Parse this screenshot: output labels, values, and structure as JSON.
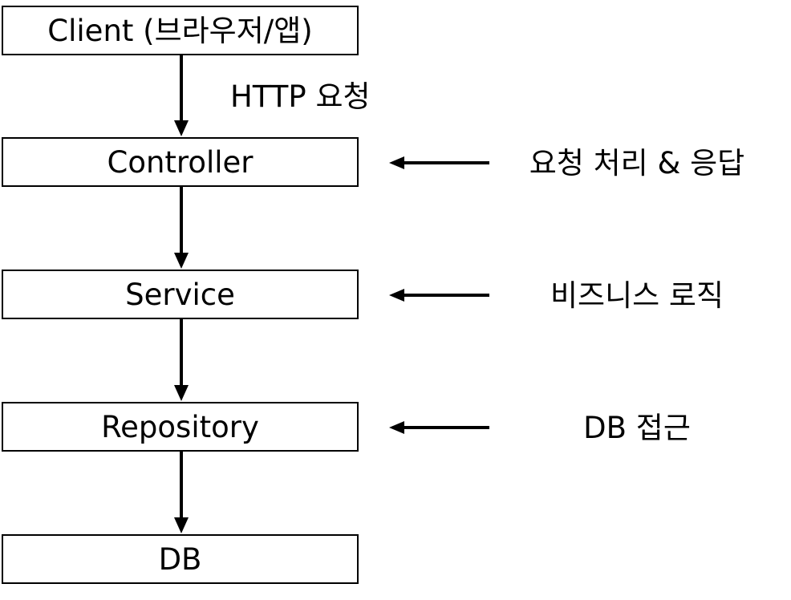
{
  "layers": [
    {
      "id": "client",
      "label": "Client (브라우저/앱)"
    },
    {
      "id": "controller",
      "label": "Controller"
    },
    {
      "id": "service",
      "label": "Service"
    },
    {
      "id": "repository",
      "label": "Repository"
    },
    {
      "id": "db",
      "label": "DB"
    }
  ],
  "edge_labels": {
    "client_to_controller": "HTTP 요청"
  },
  "annotations": {
    "controller": "요청 처리 & 응답",
    "service": "비즈니스 로직",
    "repository": "DB 접근"
  },
  "colors": {
    "line": "#000000",
    "box_border": "#000000",
    "background": "#ffffff"
  }
}
